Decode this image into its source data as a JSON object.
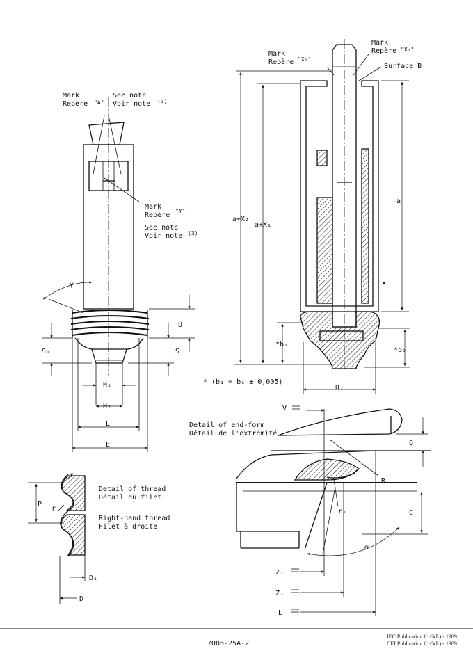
{
  "left_part": {
    "mark_a": {
      "line1": "Mark",
      "line2": "Repère",
      "letter": "\"A\"",
      "note1": "See note",
      "note2": "Voir note",
      "ref": "(3)"
    },
    "mark_y": {
      "line1": "Mark",
      "line2": "Repère",
      "letter": "\"Y\"",
      "note1": "See note",
      "note2": "Voir note",
      "ref": "(3)"
    },
    "dims": {
      "gamma": "γ",
      "u": "U",
      "s1": "S₁",
      "s": "S",
      "h1": "H₁",
      "h2": "H₂",
      "l": "L",
      "e": "E"
    }
  },
  "right_part": {
    "mark_x1": {
      "line1": "Mark",
      "line2": "Repère",
      "letter": "\"X₁\""
    },
    "mark_x2": {
      "line1": "Mark",
      "line2": "Repère",
      "letter": "\"X₂\""
    },
    "surface_b": "Surface B",
    "dims": {
      "a": "a",
      "a_x2": "a+X₂",
      "a_x1": "a+X₁",
      "b1": "*b₁",
      "b2": "*b₂",
      "d2": "D₂"
    },
    "note": "* (b₁ = b₂ ± 0,005)"
  },
  "thread_detail": {
    "title_en": "Detail of thread",
    "title_fr": "Détail du filet",
    "hand_en": "Right-hand thread",
    "hand_fr": "Filet à droite",
    "dims": {
      "r_top": "r",
      "r_mid": "r",
      "p": "P",
      "d1": "D₁",
      "d": "D"
    }
  },
  "end_form_detail": {
    "title_en": "Detail of end-form",
    "title_fr": "Détail de l'extrémité",
    "dims": {
      "v": "V",
      "q": "Q",
      "r": "R",
      "r1": "r₁",
      "c": "C",
      "alpha": "α",
      "z1": "Z₁",
      "z2": "Z₂",
      "l": "L"
    }
  },
  "footer": {
    "drawing_number": "7006-25A-2",
    "publication_1": "IEC Publication 61-3(L) - 1989",
    "publication_2": "CEI Publication 61-3(L) - 1989"
  }
}
